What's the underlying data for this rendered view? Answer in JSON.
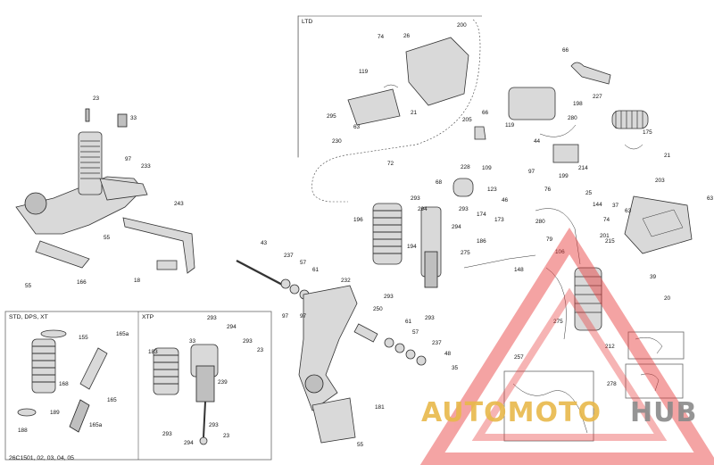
{
  "diagram_code": "26C1501, 02, 03, 04, 05",
  "sections": {
    "ltd": "LTD",
    "std": "STD, DPS, XT",
    "xtp": "XTP"
  },
  "watermark": {
    "text_a": "AUTOMOTO",
    "text_b": "HUB",
    "colors": {
      "red": "#e83b3b",
      "gold": "#e8b84a",
      "gray": "#8a8a8a"
    }
  },
  "part_labels": [
    "23",
    "33",
    "97",
    "233",
    "243",
    "55",
    "18",
    "166",
    "55",
    "74",
    "26",
    "200",
    "119",
    "295",
    "21",
    "63",
    "66",
    "227",
    "198",
    "175",
    "205",
    "66",
    "119",
    "280",
    "44",
    "214",
    "199",
    "72",
    "230",
    "109",
    "228",
    "68",
    "293",
    "294",
    "123",
    "46",
    "97",
    "76",
    "144",
    "25",
    "37",
    "21",
    "203",
    "63",
    "63",
    "74",
    "201",
    "280",
    "174",
    "293",
    "294",
    "173",
    "186",
    "196",
    "194",
    "79",
    "106",
    "148",
    "215",
    "20",
    "39",
    "97",
    "275",
    "293",
    "43",
    "237",
    "57",
    "61",
    "232",
    "97",
    "293",
    "250",
    "61",
    "57",
    "237",
    "48",
    "35",
    "275",
    "212",
    "257",
    "278",
    "181",
    "55",
    "155",
    "165a",
    "168",
    "189",
    "188",
    "165",
    "165a",
    "293",
    "294",
    "33",
    "183",
    "293",
    "23",
    "239",
    "293",
    "23",
    "293",
    "294"
  ]
}
